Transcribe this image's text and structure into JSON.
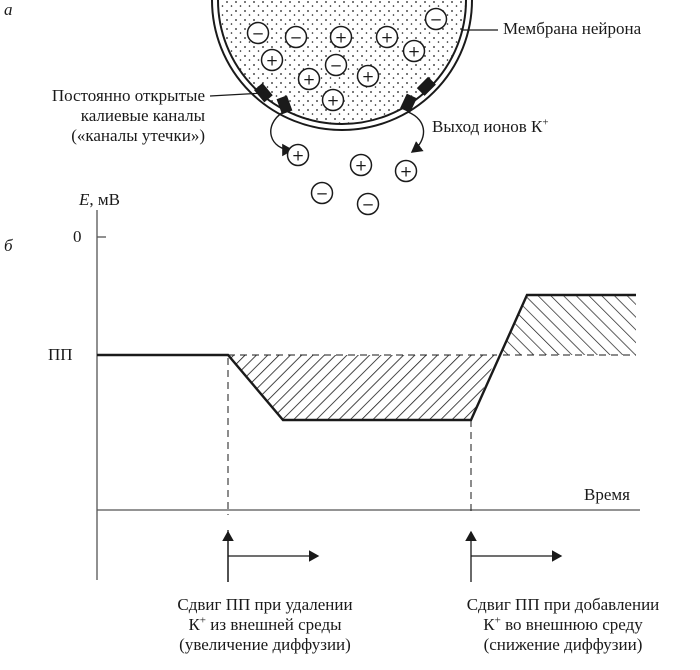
{
  "panel_a": {
    "letter": "а",
    "membrane_label": "Мембрана нейрона",
    "channels_label": [
      "Постоянно открытые",
      "калиевые каналы",
      "(«каналы утечки»)"
    ],
    "efflux_label_main": "Выход ионов К",
    "efflux_label_sup": "+",
    "ion_plus": "+",
    "ion_minus": "−"
  },
  "panel_b": {
    "letter": "б",
    "y_axis_italic": "E",
    "y_axis_unit": ", мВ",
    "tick_zero": "0",
    "tick_rest": "ПП",
    "x_axis_label": "Время",
    "annotation_left": {
      "line1": "Сдвиг ПП при удалении",
      "line2_k": "К",
      "line2_sup": "+",
      "line2_rest": " из внешней среды",
      "line3": "(увеличение диффузии)"
    },
    "annotation_right": {
      "line1": "Сдвиг ПП при добавлении",
      "line2_k": "К",
      "line2_sup": "+",
      "line2_rest": " во внешнюю среду",
      "line3": "(снижение диффузии)"
    }
  },
  "colors": {
    "ink": "#1a1a1a",
    "axis": "#555555",
    "background": "#ffffff"
  }
}
